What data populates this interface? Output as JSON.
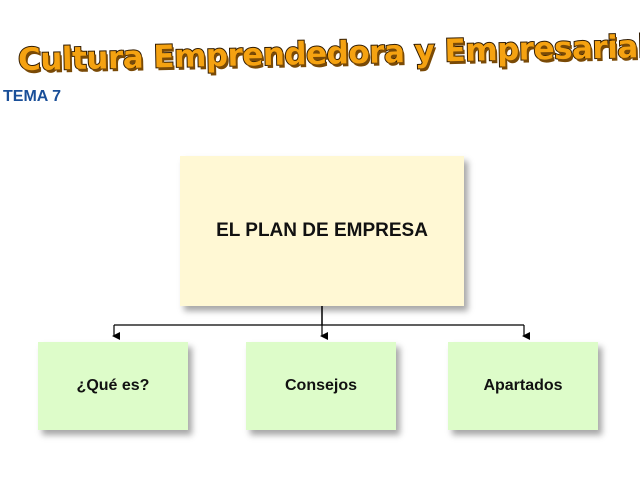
{
  "header": {
    "banner_title": "Cultura Emprendedora y Empresarial",
    "topic_label": "TEMA 7"
  },
  "diagram": {
    "root": {
      "label": "EL PLAN DE EMPRESA"
    },
    "children": [
      {
        "label": "¿Qué es?"
      },
      {
        "label": "Consejos"
      },
      {
        "label": "Apartados"
      }
    ]
  },
  "colors": {
    "banner_fill": "#f5a211",
    "banner_outline": "#2e1a02",
    "topic_label": "#1a4f99",
    "root_box": "#fff8d4",
    "child_box": "#ddfcc9",
    "connector": "#000000"
  }
}
